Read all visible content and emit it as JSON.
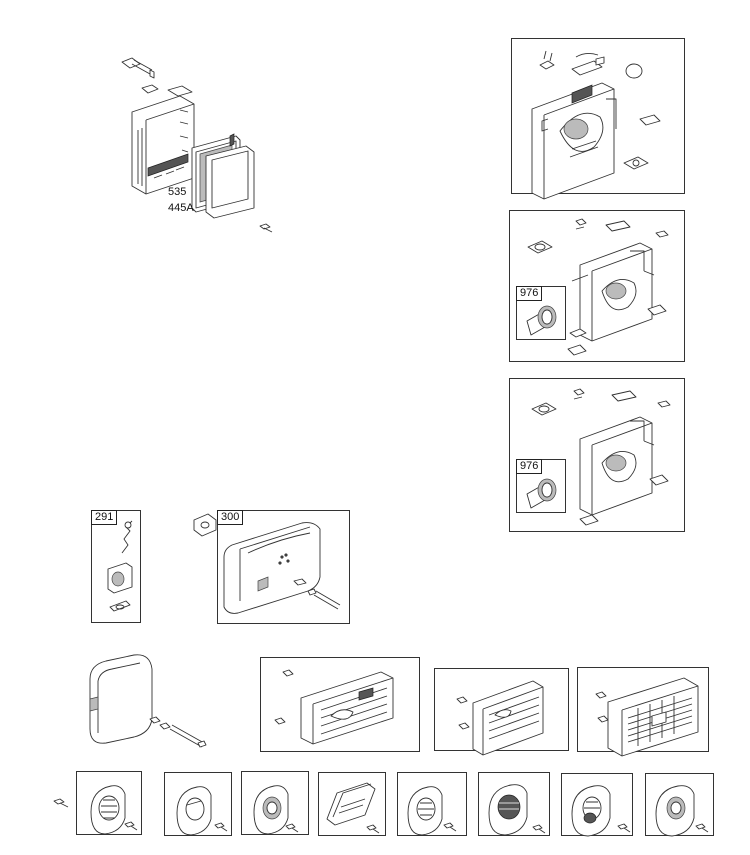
{
  "parts": {
    "air_cleaner": {
      "label_a": "535",
      "label_b": "445A"
    },
    "carb_b": {
      "callout": "976"
    },
    "carb_c": {
      "callout": "976"
    },
    "muffler_small": {
      "callout": "291"
    },
    "muffler_main": {
      "callout": "300"
    }
  },
  "icons": [
    "bolt-icon",
    "screw-icon",
    "gasket-icon",
    "air-filter-icon",
    "carburetor-icon",
    "muffler-icon",
    "guard-icon",
    "deflector-icon",
    "primer-bulb-icon",
    "spark-arrestor-icon"
  ]
}
